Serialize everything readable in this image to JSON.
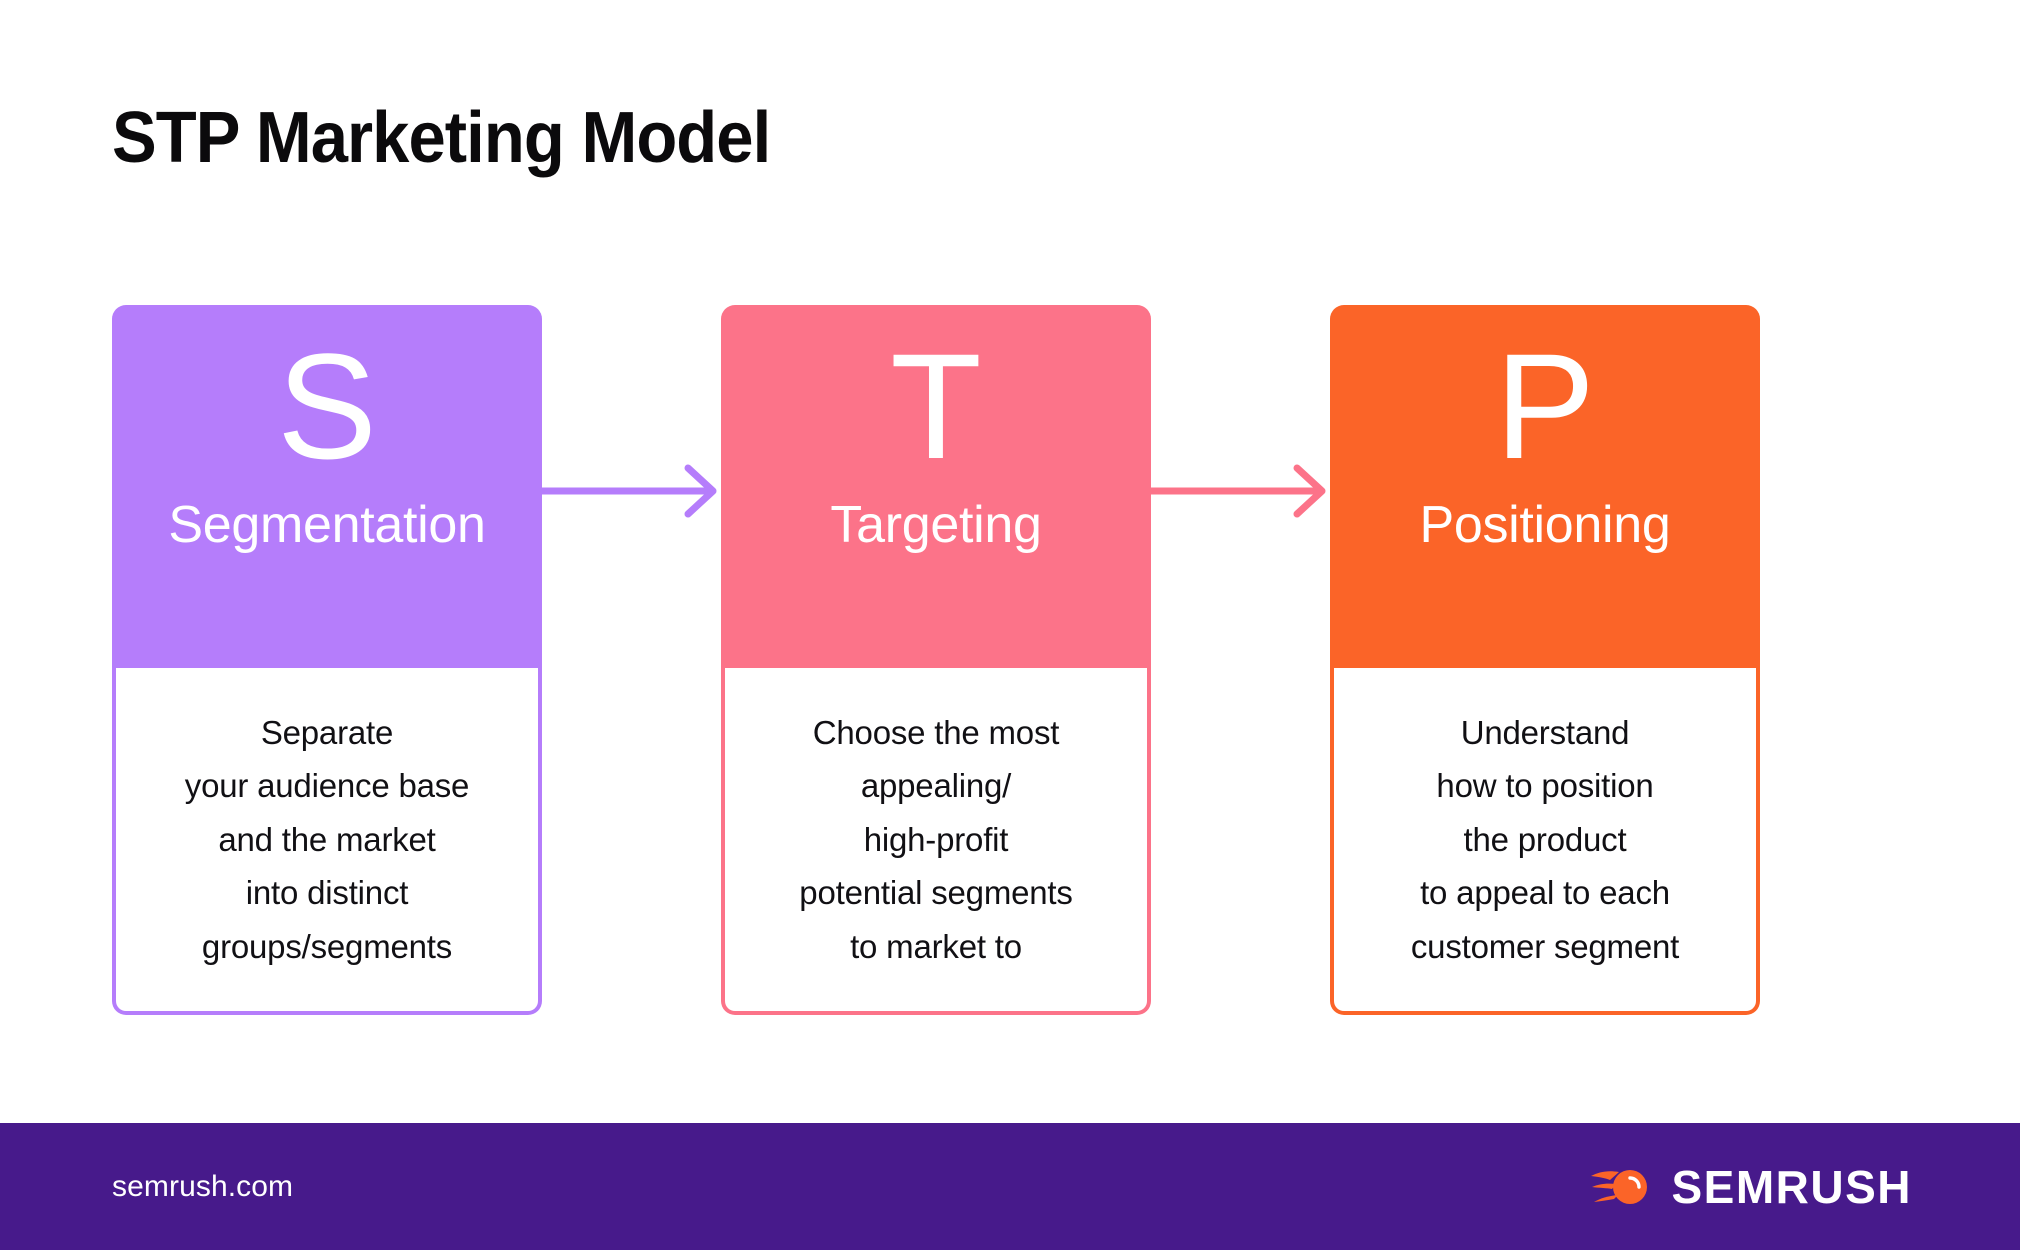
{
  "title": "STP Marketing Model",
  "colors": {
    "segmentation": "#B57DFB",
    "targeting": "#FC7389",
    "positioning": "#FB6428",
    "footer_bg": "#471A8B",
    "title_text": "#0B0A0C",
    "body_text": "#111014",
    "card_bg": "#FFFFFF",
    "page_bg": "#FFFFFF"
  },
  "cards": [
    {
      "letter": "S",
      "label": "Segmentation",
      "description": "Separate\nyour audience base\nand the market\ninto distinct\ngroups/segments",
      "color": "#B57DFB"
    },
    {
      "letter": "T",
      "label": "Targeting",
      "description": "Choose the most\nappealing/\nhigh-profit\npotential segments\nto market to",
      "color": "#FC7389"
    },
    {
      "letter": "P",
      "label": "Positioning",
      "description": "Understand\nhow to position\nthe product\nto appeal to each\ncustomer segment",
      "color": "#FB6428"
    }
  ],
  "arrows": [
    {
      "from": "Segmentation",
      "to": "Targeting",
      "color": "#B57DFB"
    },
    {
      "from": "Targeting",
      "to": "Positioning",
      "color": "#FC7389"
    }
  ],
  "footer": {
    "url": "semrush.com",
    "brand": "SEMRUSH",
    "logo_icon": "semrush-comet-icon",
    "logo_color": "#FB6428"
  }
}
